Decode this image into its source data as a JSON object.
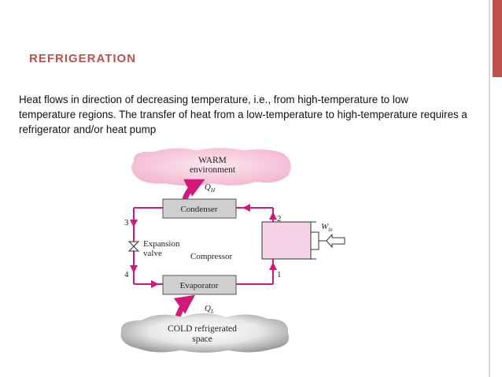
{
  "slide": {
    "title": "REFRIGERATION",
    "body": "Heat flows in direction of decreasing temperature, i.e., from high-temperature to low temperature regions. The transfer of heat from a low-temperature to high-temperature  requires a refrigerator and/or heat pump"
  },
  "diagram": {
    "warm_line1": "WARM",
    "warm_line2": "environment",
    "q_h": "Q",
    "q_h_sub": "H",
    "condenser": "Condenser",
    "expansion_line1": "Expansion",
    "expansion_line2": "valve",
    "compressor": "Compressor",
    "evaporator": "Evaporator",
    "q_l": "Q",
    "q_l_sub": "L",
    "cold_line1": "COLD refrigerated",
    "cold_line2": "space",
    "w_in": "W",
    "w_in_sub": "in",
    "state_1": "1",
    "state_2": "2",
    "state_3": "3",
    "state_4": "4"
  },
  "colors": {
    "accent": "#c0504d",
    "pipe": "#d1197a",
    "cloud_warm": "#f7c9dc",
    "component_fill": "#cfcfcf",
    "compressor_fill": "#f6d3e6"
  }
}
